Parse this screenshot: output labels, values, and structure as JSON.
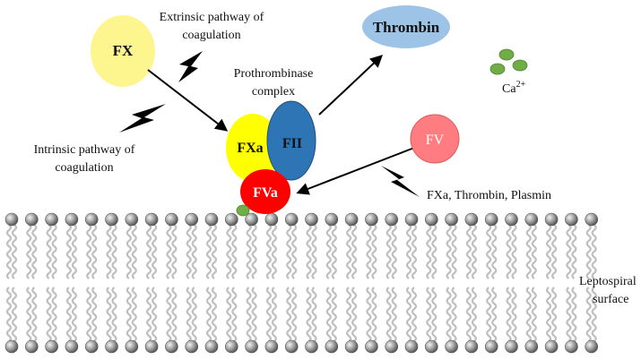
{
  "nodes": {
    "fx": "FX",
    "thrombin": "Thrombin",
    "fxa": "FXa",
    "fii": "FII",
    "fva": "FVa",
    "fv": "FV"
  },
  "labels": {
    "extrinsic_line1": "Extrinsic pathway of",
    "extrinsic_line2": "coagulation",
    "intrinsic_line1": "Intrinsic pathway of",
    "intrinsic_line2": "coagulation",
    "complex_line1": "Prothrombinase",
    "complex_line2": "complex",
    "activators": "FXa, Thrombin,  Plasmin",
    "calcium": "Ca",
    "calcium_sup": "2+",
    "surface_line1": "Leptospiral",
    "surface_line2": "surface"
  },
  "colors": {
    "fx": "#fdf58e",
    "thrombin": "#9dc3e6",
    "fxa": "#ffff00",
    "fii": "#2e75b6",
    "fva": "#ff0000",
    "fv": "#ff7c80",
    "calcium": "#70ad47",
    "membrane_head": "#808080",
    "membrane_tail": "#bfbfbf"
  }
}
